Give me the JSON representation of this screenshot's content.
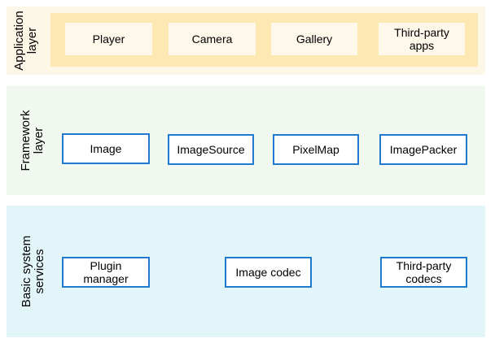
{
  "layers": {
    "application": {
      "label_line1": "Application",
      "label_line2": "layer",
      "items": [
        "Player",
        "Camera",
        "Gallery",
        "Third-party\napps"
      ]
    },
    "framework": {
      "label_line1": "Framework",
      "label_line2": "layer",
      "items": [
        "Image",
        "ImageSource",
        "PixelMap",
        "ImagePacker"
      ]
    },
    "basic_services": {
      "label_line1": "Basic system",
      "label_line2": "services",
      "items": [
        "Plugin\nmanager",
        "Image codec",
        "Third-party\ncodecs"
      ]
    }
  },
  "colors": {
    "application_bg": "#fdf7e8",
    "application_inner": "#fde8b4",
    "framework_bg": "#f0f8f0",
    "basic_bg": "#e2f6f9",
    "box_border": "#1f7ad0"
  }
}
